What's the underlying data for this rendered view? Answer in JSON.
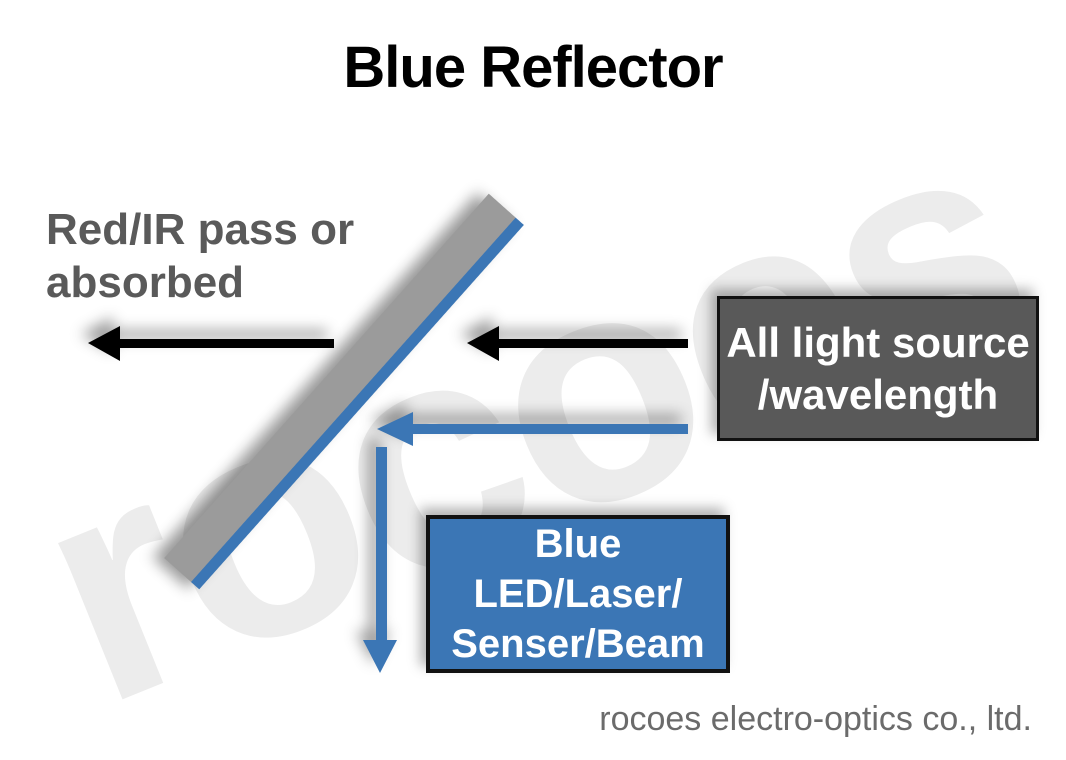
{
  "title": "Blue Reflector",
  "watermark": "rocoes",
  "labels": {
    "transmitted": "Red/IR pass or\nabsorbed",
    "source_box": "All light source\n/wavelength",
    "blue_box": "Blue\nLED/Laser/\nSenser/Beam",
    "footer": "rocoes electro-optics co., ltd."
  },
  "diagram": {
    "mirror": "blue-reflector-dichroic-mirror-45deg",
    "arrows": [
      {
        "name": "transmitted-red-ir-arrow",
        "color_key": "black",
        "direction": "left"
      },
      {
        "name": "incident-all-light-arrow",
        "color_key": "black",
        "direction": "left"
      },
      {
        "name": "incident-blue-light-arrow",
        "color_key": "blue",
        "direction": "left"
      },
      {
        "name": "reflected-blue-light-arrow",
        "color_key": "blue",
        "direction": "down"
      }
    ]
  },
  "colors": {
    "blue": "#3b76b5",
    "black": "#000000",
    "mirror_gray": "#9b9b9b",
    "box_gray": "#595959",
    "label_gray": "#5a5a5a",
    "footer_gray": "#6b6b6b",
    "watermark_gray": "#ececec"
  }
}
